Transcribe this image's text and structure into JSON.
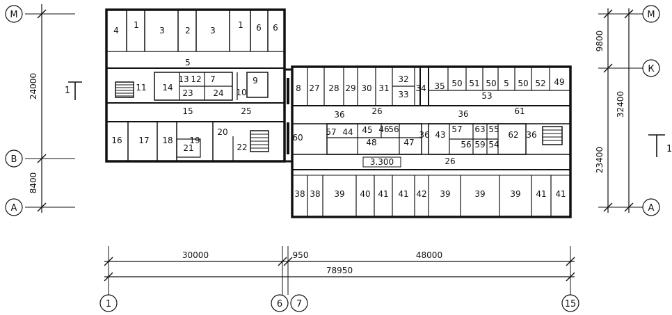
{
  "plan": {
    "section_mark": "1",
    "left_axes": [
      "М",
      "В",
      "А"
    ],
    "right_axes": [
      "М",
      "К",
      "А"
    ],
    "bottom_axes": [
      "1",
      "6",
      "7",
      "15"
    ],
    "left_dims": [
      "24000",
      "8400"
    ],
    "right_dims": [
      "9800",
      "32400",
      "23400"
    ],
    "bottom_dims": [
      "30000",
      "950",
      "48000",
      "78950"
    ],
    "level_mark": "3.300",
    "rooms": {
      "wing_left_north": [
        "4",
        "1",
        "3",
        "2",
        "3",
        "1",
        "6",
        "6"
      ],
      "wing_left_mid": [
        "5",
        "11",
        "14",
        "13",
        "12",
        "7",
        "9",
        "23",
        "24",
        "10",
        "15",
        "25"
      ],
      "wing_left_south": [
        "16",
        "17",
        "18",
        "19",
        "20",
        "21",
        "22"
      ],
      "link": [
        "8",
        "60"
      ],
      "wing_right_north": [
        "27",
        "28",
        "29",
        "30",
        "31",
        "32",
        "33",
        "34",
        "35",
        "50",
        "51",
        "50",
        "5",
        "50",
        "52",
        "49",
        "53"
      ],
      "wing_right_mid": [
        "36",
        "26",
        "36",
        "61",
        "57",
        "44",
        "45",
        "46",
        "56",
        "48",
        "47",
        "36",
        "43",
        "57",
        "63",
        "55",
        "56",
        "59",
        "54",
        "62",
        "36",
        "26"
      ],
      "wing_right_south": [
        "38",
        "38",
        "39",
        "40",
        "41",
        "41",
        "42",
        "39",
        "39",
        "39",
        "41",
        "41"
      ]
    }
  }
}
